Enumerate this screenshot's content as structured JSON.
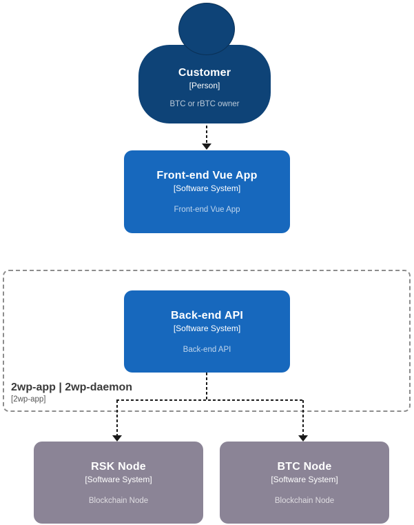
{
  "colors": {
    "person_fill": "#0E4377",
    "system_fill": "#1768BD",
    "node_fill": "#8B8496",
    "connector": "#1A1A1A",
    "boundary_border": "#8C8C8C",
    "boundary_title": "#3A3A3A"
  },
  "person": {
    "name": "Customer",
    "meta": "[Person]",
    "description": "BTC or rBTC owner"
  },
  "frontend": {
    "name": "Front-end Vue App",
    "meta": "[Software System]",
    "description": "Front-end Vue App"
  },
  "backend": {
    "name": "Back-end API",
    "meta": "[Software System]",
    "description": "Back-end API"
  },
  "boundary": {
    "title": "2wp-app | 2wp-daemon",
    "meta": "[2wp-app]"
  },
  "rsk_node": {
    "name": "RSK Node",
    "meta": "[Software System]",
    "description": "Blockchain Node"
  },
  "btc_node": {
    "name": "BTC Node",
    "meta": "[Software System]",
    "description": "Blockchain Node"
  }
}
